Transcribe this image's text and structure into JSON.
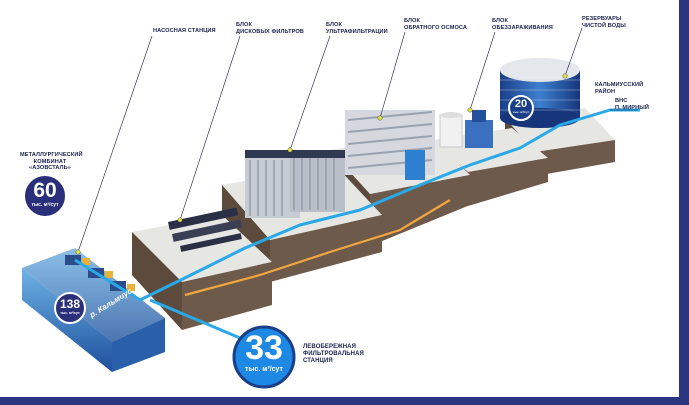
{
  "labels": {
    "pump_station": "НАСОСНАЯ СТАНЦИЯ",
    "disc_filters": [
      "БЛОК",
      "ДИСКОВЫХ ФИЛЬТРОВ"
    ],
    "ultrafiltration": [
      "БЛОК",
      "УЛЬТРАФИЛЬТРАЦИИ"
    ],
    "reverse_osmosis": [
      "БЛОК",
      "ОБРАТНОГО ОСМОСА"
    ],
    "disinfection": [
      "БЛОК",
      "ОБЕЗЗАРАЖИВАНИЯ"
    ],
    "clean_water": [
      "РЕЗЕРВУАРЫ",
      "ЧИСТОЙ ВОДЫ"
    ],
    "metallurgic": [
      "МЕТАЛЛУРГИЧЕСКИЙ",
      "КОМБИНАТ",
      "«АЗОВСТАЛЬ»"
    ],
    "kalmius_district": [
      "КАЛЬМИУССКИЙ",
      "РАЙОН"
    ],
    "vns": [
      "ВНС",
      "п. МИРНЫЙ"
    ],
    "left_bank": [
      "ЛЕВОБЕРЕЖНАЯ",
      "ФИЛЬТРОВАЛЬНАЯ",
      "СТАНЦИЯ"
    ],
    "river": "р. Кальмиус"
  },
  "badges": {
    "b60": {
      "number": "60",
      "unit": "тыс. м³/сут"
    },
    "b138": {
      "number": "138",
      "unit": "тыс. м³/сут"
    },
    "b33": {
      "number": "33",
      "unit": "тыс. м³/сут"
    },
    "b20": {
      "number": "20",
      "unit": "тыс. м³/сут"
    }
  },
  "colors": {
    "badge_dark": "#2a2f7a",
    "badge_light": "#1e88e5",
    "pipe_blue": "#29a9e8",
    "pipe_orange": "#f2a640",
    "platform_top": "#e6e6e3",
    "soil": "#6e5a4b",
    "border": "#2c3580"
  }
}
